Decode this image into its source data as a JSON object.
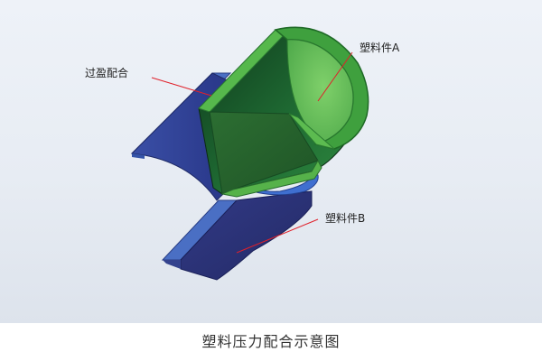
{
  "labels": {
    "interference_fit": "过盈配合",
    "part_a": "塑料件A",
    "part_b": "塑料件B"
  },
  "caption": "塑料压力配合示意图",
  "colors": {
    "background": "#e8edf4",
    "part_a_green": "#2e8b3e",
    "part_a_light": "#6cc45a",
    "part_b_blue": "#2a3a86",
    "part_b_edge": "#3c64b8",
    "leader_line": "#e0202a"
  }
}
